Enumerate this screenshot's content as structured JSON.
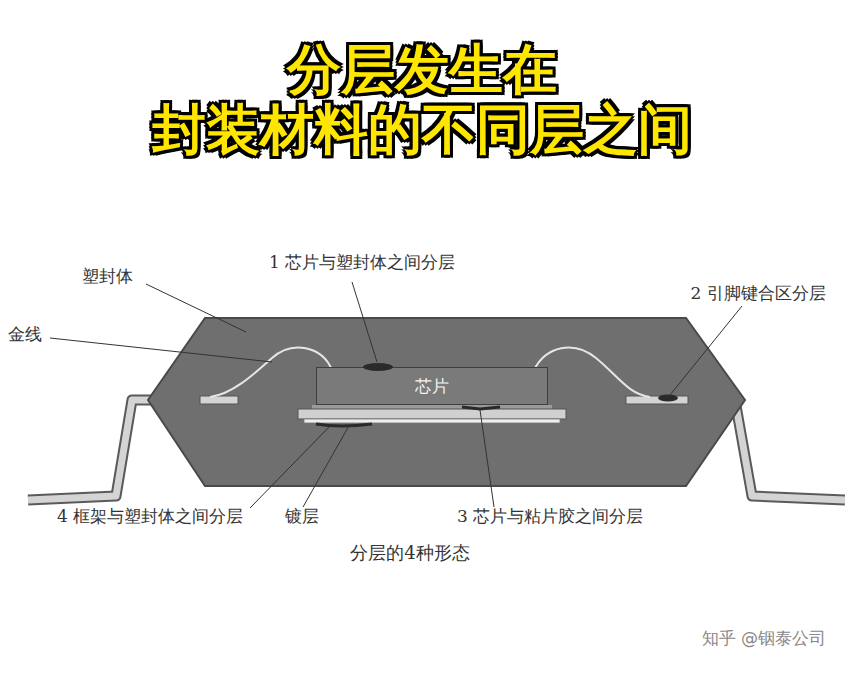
{
  "diagram": {
    "title": "分层发生在 封装材料的不同层之间",
    "caption": "分层的4种形态",
    "nodes": [
      {
        "text": [
          "芯片"
        ]
      }
    ],
    "labels": [
      "塑封体",
      "金线",
      "1 芯片与塑封体之间分层",
      "2 引脚键合区分层",
      "4 框架与塑封体之间分层",
      "镀层",
      "3 芯片与粘片胶之间分层",
      "知乎 @铟泰公司"
    ]
  }
}
